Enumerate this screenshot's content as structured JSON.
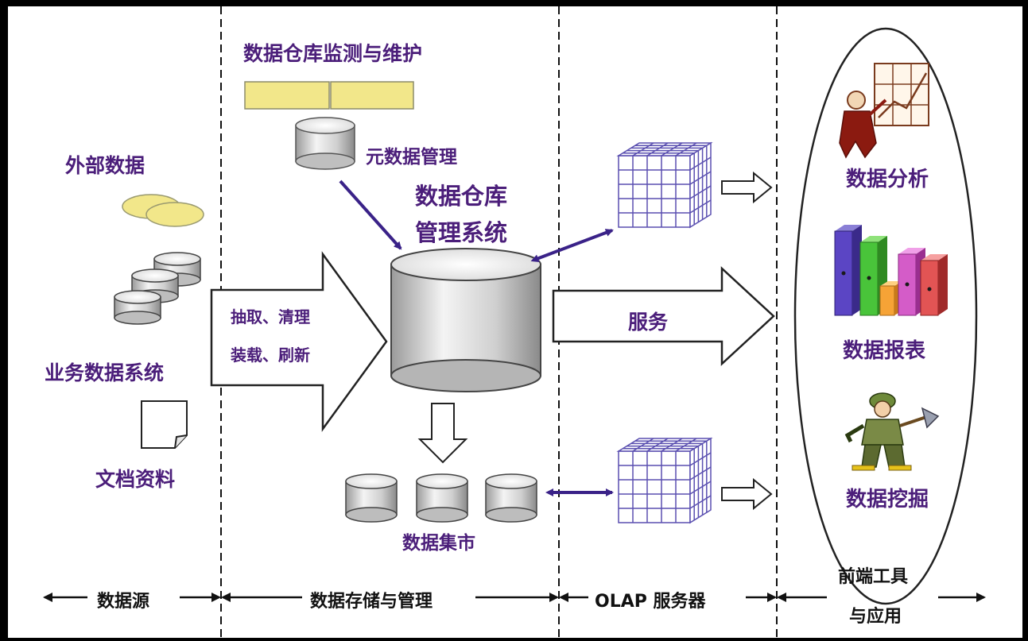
{
  "diagram": {
    "colors": {
      "text_purple": "#4b1e7a",
      "arrow_navy": "#3a2288",
      "cube_line": "#5a4fb0",
      "report_yellow": "#f2e78a"
    },
    "monitor_label": "数据仓库监测与维护",
    "metadata_label": "元数据管理",
    "dw_mgmt_label_line1": "数据仓库",
    "dw_mgmt_label_line2": "管理系统",
    "external_data_label": "外部数据",
    "business_system_label": "业务数据系统",
    "documents_label": "文档资料",
    "etl_line1": "抽取、清理",
    "etl_line2": "装载、刷新",
    "service_label": "服务",
    "datamart_label": "数据集市",
    "tools": [
      {
        "label": "数据分析",
        "icon": "analyst-chart-icon"
      },
      {
        "label": "数据报表",
        "icon": "bar-chart-icon"
      },
      {
        "label": "数据挖掘",
        "icon": "miner-icon"
      }
    ],
    "footer": {
      "col1": "数据源",
      "col2": "数据存储与管理",
      "col3": "OLAP 服务器",
      "col4_line1": "前端工具",
      "col4_line2": "与应用"
    }
  }
}
